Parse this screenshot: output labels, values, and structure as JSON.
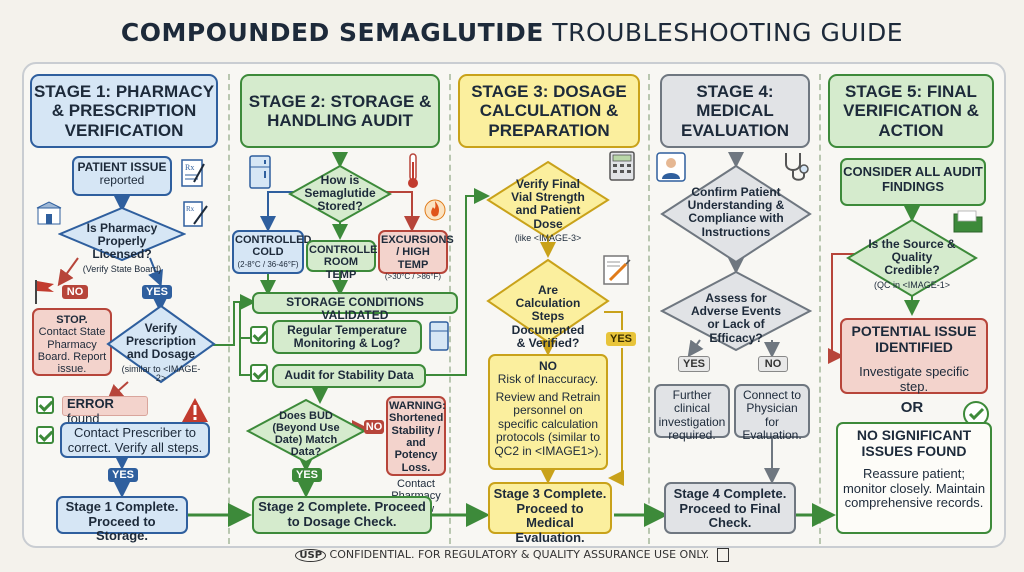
{
  "title": {
    "bold": "COMPOUNDED SEMAGLUTIDE",
    "normal": "TROUBLESHOOTING GUIDE"
  },
  "stages": {
    "s1": "STAGE 1: PHARMACY & PRESCRIPTION VERIFICATION",
    "s2": "STAGE 2: STORAGE & HANDLING AUDIT",
    "s3": "STAGE 3: DOSAGE CALCULATION & PREPARATION",
    "s4": "STAGE 4: MEDICAL EVALUATION",
    "s5": "STAGE 5: FINAL VERIFICATION & ACTION"
  },
  "stage1": {
    "patient_issue": "PATIENT ISSUE",
    "reported": "reported",
    "licensed_q": "Is Pharmacy Properly Licensed?",
    "licensed_sub": "(Verify State Board)",
    "no": "NO",
    "yes": "YES",
    "stop_title": "STOP.",
    "stop_text": "Contact State Pharmacy Board. Report issue.",
    "verify_q": "Verify Prescription and Dosage",
    "verify_sub": "(similar to <IMAGE-2>",
    "error_bold": "ERROR",
    "error_rest": " found",
    "contact": "Contact Prescriber to correct. Verify all steps.",
    "yes2": "YES",
    "complete": "Stage 1 Complete. Proceed to Storage."
  },
  "stage2": {
    "stored_q": "How is Semaglutide Stored?",
    "cold_title": "CONTROLLED COLD",
    "cold_sub": "(2-8°C / 36-46°F)",
    "room": "CONTROLLED ROOM TEMP",
    "exc_title": "EXCURSIONS / HIGH TEMP",
    "exc_sub": "(>30°C / >86°F)",
    "validated": "STORAGE CONDITIONS VALIDATED",
    "monitoring": "Regular Temperature Monitoring & Log?",
    "audit": "Audit for Stability Data",
    "bud_q": "Does BUD (Beyond Use Date) Match Data?",
    "no": "NO",
    "warning": "WARNING: Shortened Stability / and Potency Loss.",
    "contact": "Contact Pharmacy for new vial.",
    "yes": "YES",
    "complete": "Stage 2 Complete. Proceed to Dosage Check."
  },
  "stage3": {
    "verify_q": "Verify Final Vial Strength and Patient Dose",
    "verify_sub": "(like <IMAGE-3>",
    "calc_q": "Are Calculation Steps Documented & Verified?",
    "yes": "YES",
    "no_title": "NO",
    "no_text1": "Risk of Inaccuracy.",
    "no_text2": "Review and Retrain personnel on specific calculation protocols (similar to QC2 in <IMAGE1>).",
    "complete": "Stage 3 Complete. Proceed to Medical Evaluation."
  },
  "stage4": {
    "confirm_q": "Confirm Patient Understanding & Compliance with Instructions",
    "adverse_q": "Assess for Adverse Events or Lack of Efficacy?",
    "yes": "YES",
    "no": "NO",
    "further": "Further clinical investigation required.",
    "connect": "Connect to Physician for Evaluation.",
    "complete": "Stage 4 Complete. Proceed to Final Check."
  },
  "stage5": {
    "consider": "CONSIDER ALL AUDIT FINDINGS",
    "source_q": "Is the Source & Quality Credible?",
    "source_sub": "(QC in <IMAGE-1>",
    "potential_title": "POTENTIAL ISSUE IDENTIFIED",
    "potential_text": "Investigate specific step.",
    "or": "OR",
    "nosig_title": "NO SIGNIFICANT ISSUES FOUND",
    "nosig_text": "Reassure patient; monitor closely. Maintain comprehensive records."
  },
  "footer": {
    "logo": "USP",
    "text": "CONFIDENTIAL. FOR REGULATORY & QUALITY ASSURANCE USE ONLY."
  },
  "colors": {
    "blue": "#2f5f9e",
    "green": "#3d8a3a",
    "yellow": "#c9a21a",
    "gray": "#6f7780",
    "red": "#b7453a"
  }
}
